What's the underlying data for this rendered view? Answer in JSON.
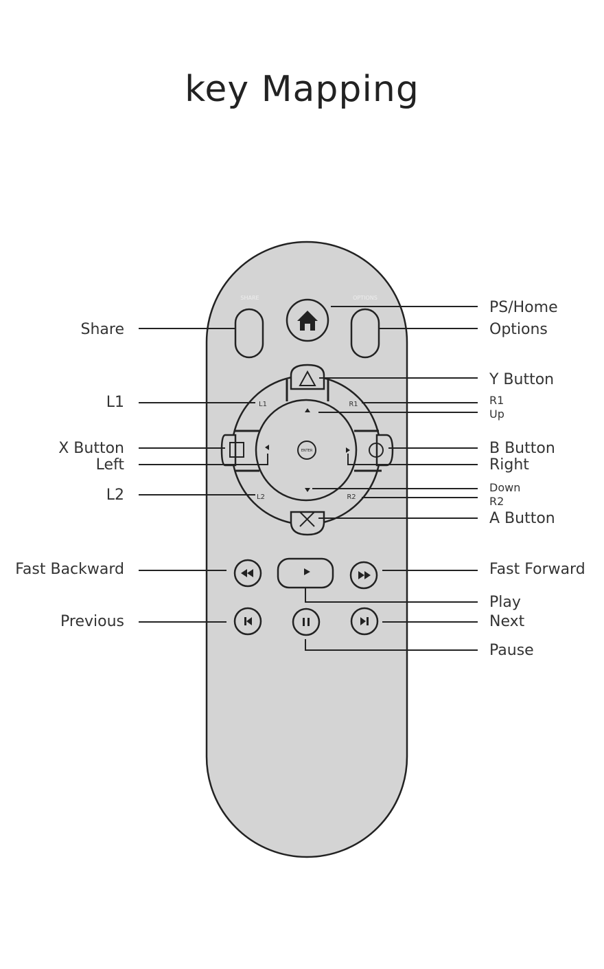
{
  "title": "key Mapping",
  "remote": {
    "share_small": "SHARE",
    "options_small": "OPTIONS",
    "enter": "ENTER",
    "l1": "L1",
    "r1": "R1",
    "l2": "L2",
    "r2": "R2"
  },
  "callouts_left": {
    "share": "Share",
    "l1": "L1",
    "x_button": "X Button",
    "left": "Left",
    "l2": "L2",
    "fast_backward": "Fast Backward",
    "previous": "Previous"
  },
  "callouts_right": {
    "ps_home": "PS/Home",
    "options": "Options",
    "y_button": "Y Button",
    "r1": "R1",
    "up": "Up",
    "b_button": "B Button",
    "right": "Right",
    "down": "Down",
    "r2": "R2",
    "a_button": "A Button",
    "fast_forward": "Fast Forward",
    "play": "Play",
    "next": "Next",
    "pause": "Pause"
  },
  "icons": [
    "home-icon",
    "triangle-icon",
    "square-icon",
    "circle-icon",
    "cross-icon",
    "rewind-icon",
    "play-icon",
    "fast-forward-icon",
    "previous-icon",
    "pause-icon",
    "next-icon"
  ],
  "colors": {
    "remote_body": "#d4d4d4",
    "outline": "#222222",
    "background": "#ffffff"
  }
}
